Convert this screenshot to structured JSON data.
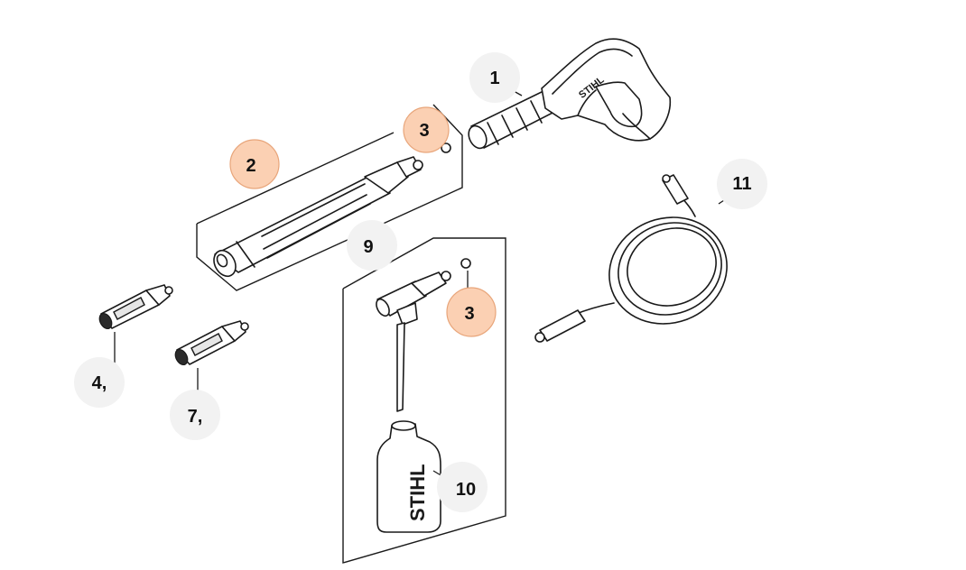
{
  "diagram": {
    "highlight_color": "#fbd0b3",
    "callouts": [
      {
        "id": "c1",
        "label": "1",
        "highlighted": false
      },
      {
        "id": "c2",
        "label": "2",
        "highlighted": true
      },
      {
        "id": "c3a",
        "label": "3",
        "highlighted": true
      },
      {
        "id": "c3b",
        "label": "3",
        "highlighted": true
      },
      {
        "id": "c4",
        "label": "4,",
        "highlighted": false
      },
      {
        "id": "c7",
        "label": "7,",
        "highlighted": false
      },
      {
        "id": "c9",
        "label": "9",
        "highlighted": false
      },
      {
        "id": "c10",
        "label": "10",
        "highlighted": false
      },
      {
        "id": "c11",
        "label": "11",
        "highlighted": false
      }
    ],
    "brand_marks": {
      "gun": "STIHL",
      "bottle": "STIHL"
    }
  }
}
